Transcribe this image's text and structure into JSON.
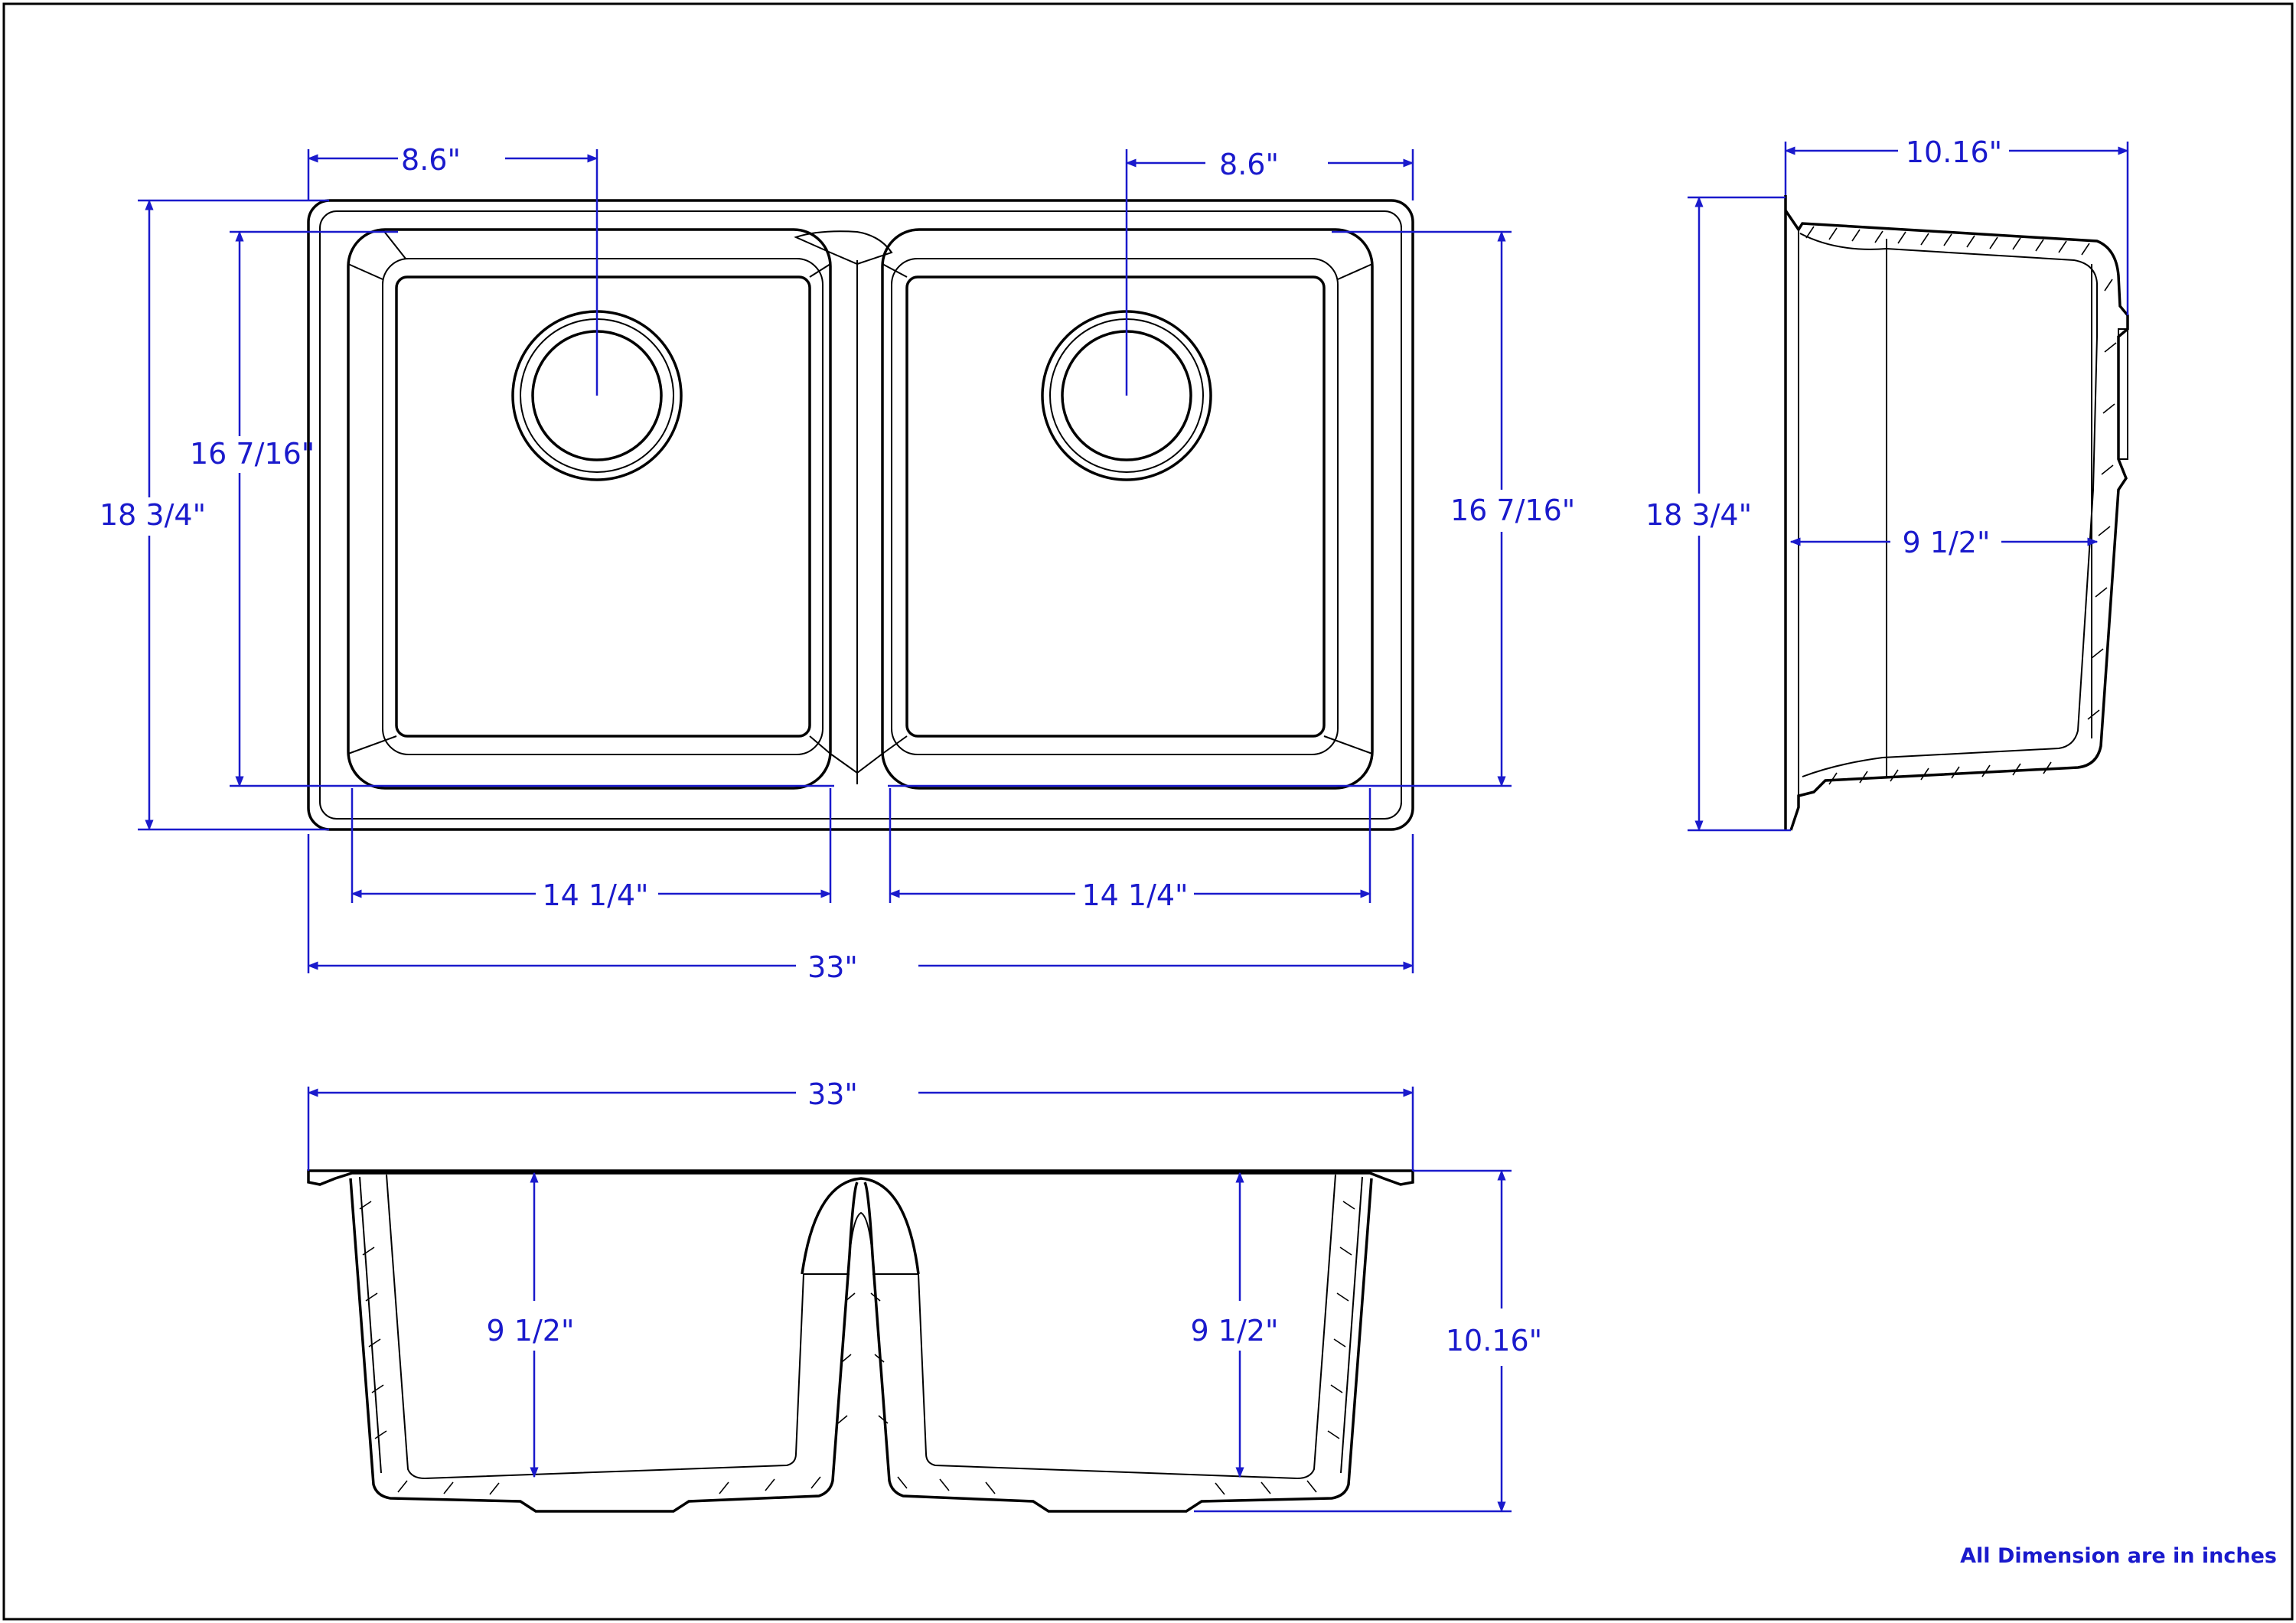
{
  "dimensions": {
    "top_left_drain_offset": "8.6\"",
    "top_right_drain_offset": "8.6\"",
    "side_top_depth": "10.16\"",
    "top_overall_length": "18 3/4\"",
    "top_bowl_length_left": "16 7/16\"",
    "top_bowl_length_right": "16 7/16\"",
    "side_overall_length": "18 3/4\"",
    "side_bowl_depth": "9 1/2\"",
    "top_left_bowl_width": "14 1/4\"",
    "top_right_bowl_width": "14 1/4\"",
    "top_overall_width": "33\"",
    "front_overall_width": "33\"",
    "front_left_bowl_depth": "9 1/2\"",
    "front_right_bowl_depth": "9 1/2\"",
    "front_overall_depth": "10.16\""
  },
  "note": "All Dimension are in inches",
  "colors": {
    "dimension": "#1a1acc",
    "outline": "#000000",
    "frame": "#000000"
  }
}
